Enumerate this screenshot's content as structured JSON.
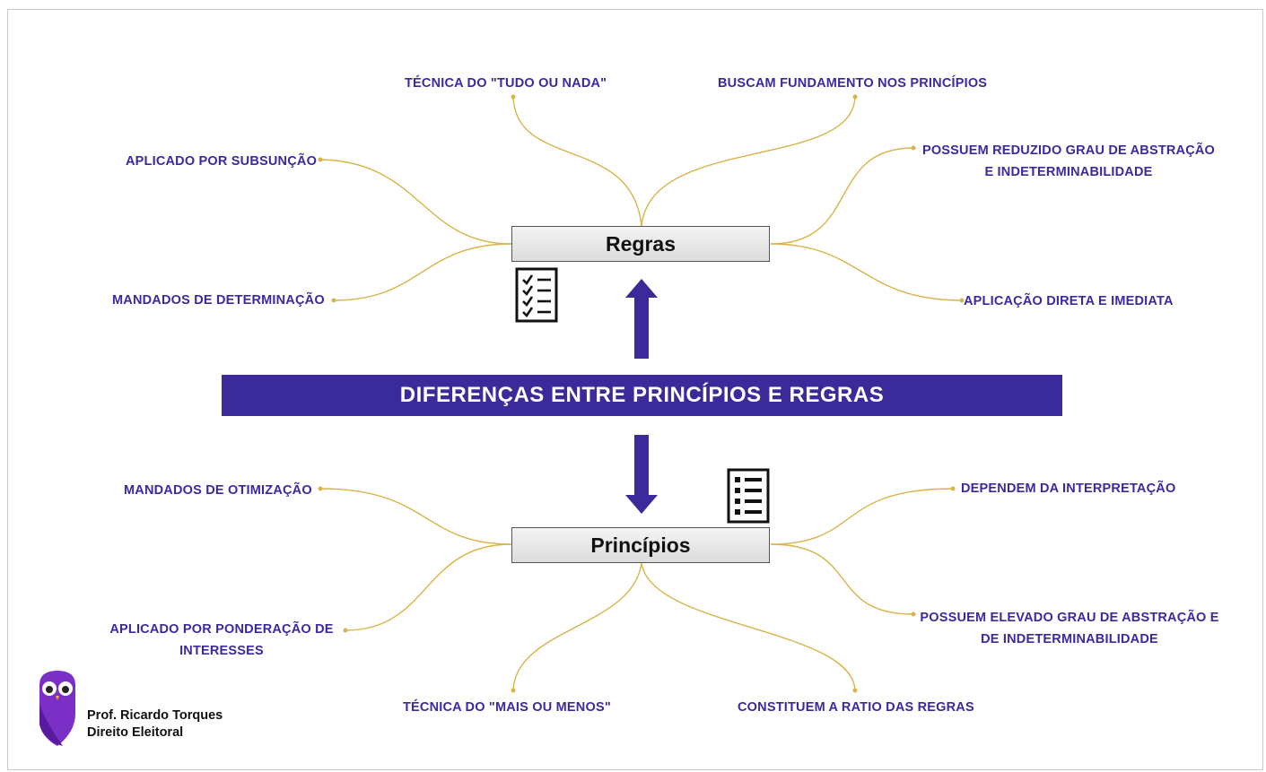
{
  "center_title": "Diferenças entre princípios e regras",
  "regras": {
    "label": "Regras",
    "items": {
      "tudo_ou_nada": "Técnica do \"tudo ou nada\"",
      "fundamento": "Buscam fundamento nos princípios",
      "subsuncao": "Aplicado por subsunção",
      "reduzido": [
        "Possuem reduzido grau de abstração",
        "e indeterminabilidade"
      ],
      "determinacao": "Mandados de determinação",
      "aplicacao_direta": "Aplicação direta e imediata"
    }
  },
  "principios": {
    "label": "Princípios",
    "items": {
      "otimizacao": "Mandados de otimização",
      "interpretacao": "Dependem da interpretação",
      "ponderacao": [
        "Aplicado por ponderação de",
        "interesses"
      ],
      "elevado": [
        "Possuem elevado grau de abstração e",
        "de indeterminabilidade"
      ],
      "mais_ou_menos": "Técnica do \"mais ou menos\"",
      "ratio": "Constituem a ratio das regras"
    }
  },
  "author": {
    "name": "Prof. Ricardo Torques",
    "subject": "Direito Eleitoral"
  },
  "icons": {
    "regras_icon": "checklist-icon",
    "principios_icon": "bullet-list-icon",
    "up_arrow": "arrow-up-icon",
    "down_arrow": "arrow-down-icon",
    "logo": "owl-logo-icon"
  },
  "colors": {
    "banner": "#3b2a9a",
    "label_text": "#3a2aa0",
    "connector": "#d9b44a",
    "arrow": "#3b2a9a"
  }
}
